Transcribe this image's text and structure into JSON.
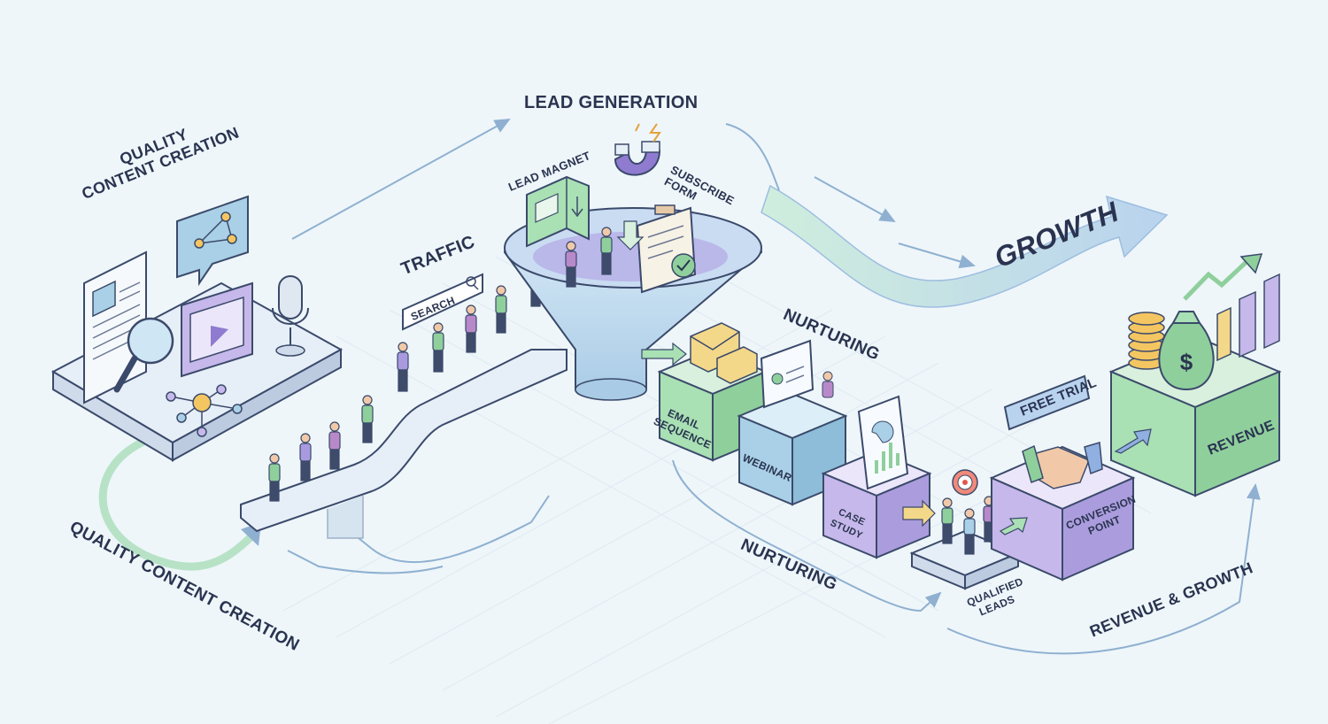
{
  "labels": {
    "lead_generation": "LEAD GENERATION",
    "quality_top": "QUALITY\nCONTENT CREATION",
    "traffic": "TRAFFIC",
    "search": "SEARCH",
    "lead_magnet": "LEAD MAGNET",
    "subscribe_form": "SUBSCRIBE\nFORM",
    "growth": "GROWTH",
    "nurturing_top": "NURTURING",
    "email_sequence": "EMAIL\nSEQUENCE",
    "webinar": "WEBINAR",
    "case_study": "CASE\nSTUDY",
    "free_trial": "FREE TRIAL",
    "conversion_point": "CONVERSION\nPOINT",
    "revenue": "REVENUE",
    "qualified_leads": "QUALIFIED\nLEADS",
    "nurturing_bottom": "NURTURING",
    "revenue_growth": "REVENUE & GROWTH",
    "quality_bottom": "QUALITY CONTENT CREATION"
  },
  "colors": {
    "background": "#eef6fa",
    "platform": "#e4edf6",
    "outline": "#3b4a6b",
    "green": "#a9e0b4",
    "blue": "#a9d0e6",
    "purple": "#c6b8ea",
    "flow_arrow": "#cfe8dc"
  },
  "icons": [
    "document-icon",
    "magnifier-icon",
    "video-player-icon",
    "microphone-icon",
    "network-icon",
    "chat-bubble-icon",
    "magnet-icon",
    "clipboard-icon",
    "funnel-icon",
    "envelope-icon",
    "presentation-icon",
    "report-icon",
    "target-icon",
    "handshake-icon",
    "money-bag-icon",
    "coins-icon",
    "bar-chart-icon"
  ]
}
